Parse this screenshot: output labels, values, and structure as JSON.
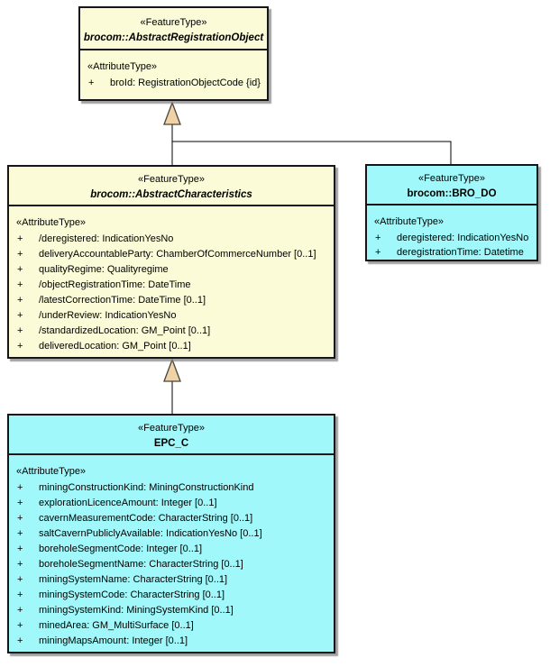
{
  "diagram": {
    "background": "#FFFFFF",
    "line_color": "#000000",
    "arrow_fill": "#EFD3A6",
    "arrow_stroke": "#4A4538",
    "classes": [
      {
        "stereotype": "«FeatureType»",
        "name": "brocom::AbstractRegistrationObject",
        "abstract": true,
        "fill": "#FBFBD7",
        "section_label": "«AttributeType»",
        "attributes": [
          {
            "visibility": "+",
            "text": "broId: RegistrationObjectCode {id}"
          }
        ]
      },
      {
        "stereotype": "«FeatureType»",
        "name": "brocom::AbstractCharacteristics",
        "abstract": true,
        "fill": "#FBFBD7",
        "section_label": "«AttributeType»",
        "attributes": [
          {
            "visibility": "+",
            "text": "/deregistered: IndicationYesNo"
          },
          {
            "visibility": "+",
            "text": "deliveryAccountableParty: ChamberOfCommerceNumber [0..1]"
          },
          {
            "visibility": "+",
            "text": "qualityRegime: Qualityregime"
          },
          {
            "visibility": "+",
            "text": "/objectRegistrationTime: DateTime"
          },
          {
            "visibility": "+",
            "text": "/latestCorrectionTime: DateTime [0..1]"
          },
          {
            "visibility": "+",
            "text": "/underReview: IndicationYesNo"
          },
          {
            "visibility": "+",
            "text": "/standardizedLocation: GM_Point [0..1]"
          },
          {
            "visibility": "+",
            "text": "deliveredLocation: GM_Point [0..1]"
          }
        ]
      },
      {
        "stereotype": "«FeatureType»",
        "name": "brocom::BRO_DO",
        "abstract": false,
        "fill": "#A0F8FA",
        "section_label": "«AttributeType»",
        "attributes": [
          {
            "visibility": "+",
            "text": "deregistered: IndicationYesNo"
          },
          {
            "visibility": "+",
            "text": "deregistrationTime: Datetime"
          }
        ]
      },
      {
        "stereotype": "«FeatureType»",
        "name": "EPC_C",
        "abstract": false,
        "fill": "#A0F8FA",
        "section_label": "«AttributeType»",
        "attributes": [
          {
            "visibility": "+",
            "text": "miningConstructionKind: MiningConstructionKind"
          },
          {
            "visibility": "+",
            "text": "explorationLicenceAmount: Integer [0..1]"
          },
          {
            "visibility": "+",
            "text": "cavernMeasurementCode: CharacterString [0..1]"
          },
          {
            "visibility": "+",
            "text": "saltCavernPubliclyAvailable: IndicationYesNo [0..1]"
          },
          {
            "visibility": "+",
            "text": "boreholeSegmentCode: Integer [0..1]"
          },
          {
            "visibility": "+",
            "text": "boreholeSegmentName: CharacterString [0..1]"
          },
          {
            "visibility": "+",
            "text": "miningSystemName: CharacterString [0..1]"
          },
          {
            "visibility": "+",
            "text": "miningSystemCode: CharacterString [0..1]"
          },
          {
            "visibility": "+",
            "text": "miningSystemKind: MiningSystemKind [0..1]"
          },
          {
            "visibility": "+",
            "text": "minedArea: GM_MultiSurface [0..1]"
          },
          {
            "visibility": "+",
            "text": "miningMapsAmount: Integer [0..1]"
          }
        ]
      }
    ],
    "connectors": [
      {
        "type": "generalization",
        "from": "brocom::AbstractCharacteristics",
        "to": "brocom::AbstractRegistrationObject"
      },
      {
        "type": "generalization",
        "from": "brocom::BRO_DO",
        "to": "brocom::AbstractRegistrationObject"
      },
      {
        "type": "generalization",
        "from": "EPC_C",
        "to": "brocom::AbstractCharacteristics"
      }
    ]
  }
}
